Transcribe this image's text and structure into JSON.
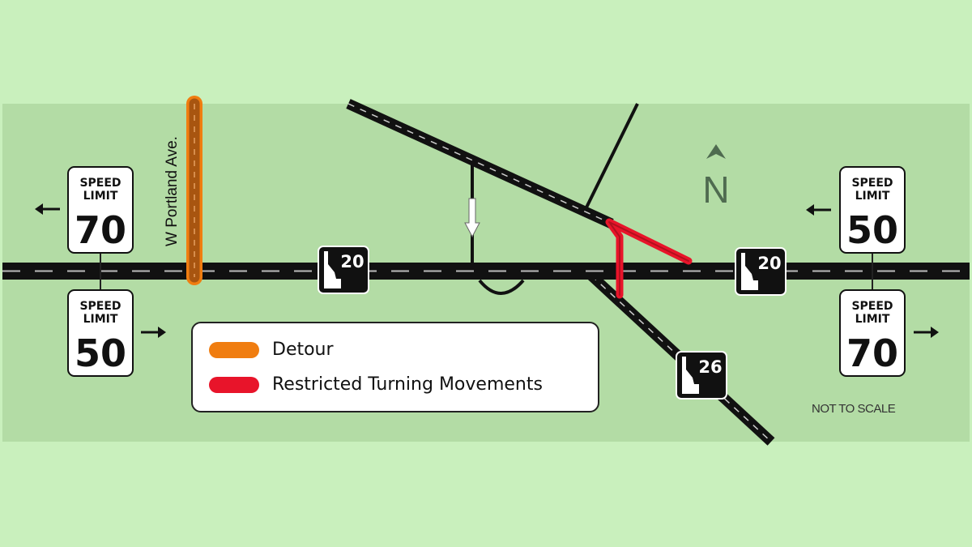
{
  "colors": {
    "page_background": "#c9f0bd",
    "map_background": "#b3dca5",
    "road": "#111111",
    "detour": "#f07d10",
    "restricted": "#e8142a",
    "north_arrow": "#4f6b50"
  },
  "street_label": "W Portland Ave.",
  "speed_signs": [
    {
      "header1": "SPEED",
      "header2": "LIMIT",
      "value": "70",
      "direction": "west"
    },
    {
      "header1": "SPEED",
      "header2": "LIMIT",
      "value": "50",
      "direction": "east"
    },
    {
      "header1": "SPEED",
      "header2": "LIMIT",
      "value": "50",
      "direction": "west"
    },
    {
      "header1": "SPEED",
      "header2": "LIMIT",
      "value": "70",
      "direction": "east"
    }
  ],
  "route_shields": [
    {
      "number": "20",
      "icon": "idaho-state-shield-icon"
    },
    {
      "number": "20",
      "icon": "idaho-state-shield-icon"
    },
    {
      "number": "26",
      "icon": "idaho-state-shield-icon"
    }
  ],
  "north_label": "N",
  "legend": {
    "items": [
      {
        "label": "Detour",
        "color": "#f07d10"
      },
      {
        "label": "Restricted Turning Movements",
        "color": "#e8142a"
      }
    ]
  },
  "scale_note": "NOT TO SCALE"
}
